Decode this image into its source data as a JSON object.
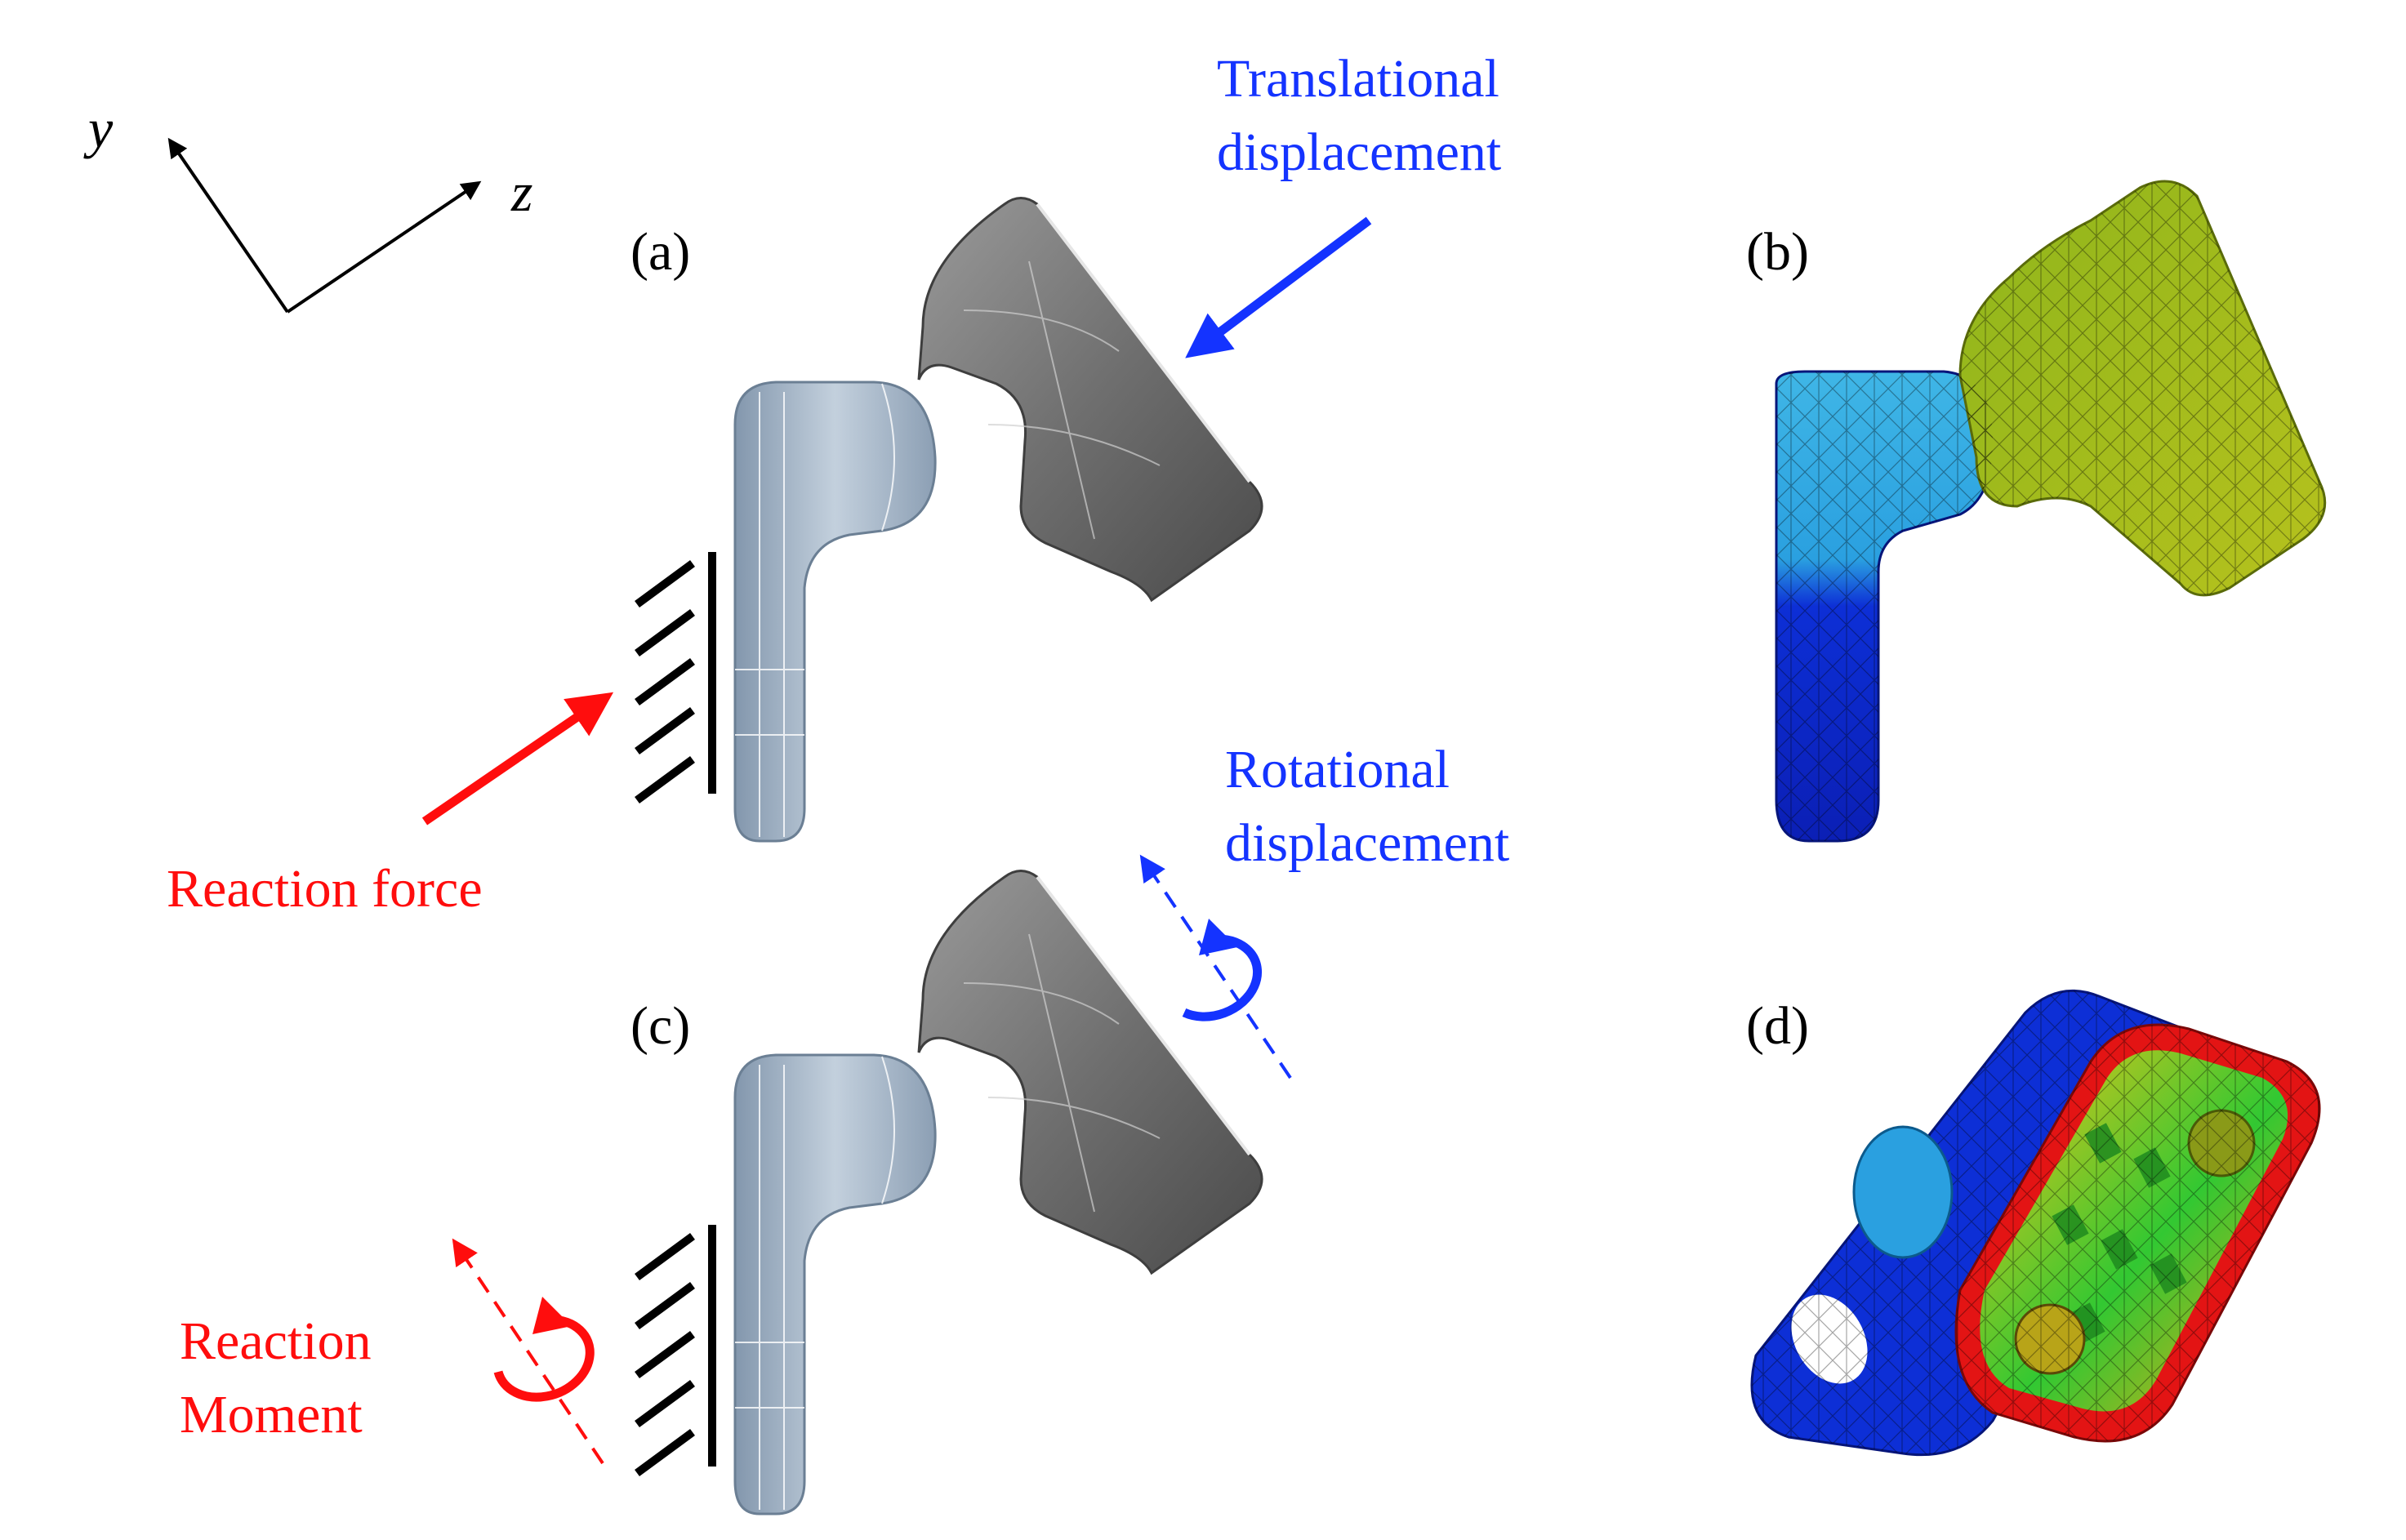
{
  "axes": {
    "y_label": "y",
    "z_label": "z"
  },
  "panels": {
    "a": "(a)",
    "b": "(b)",
    "c": "(c)",
    "d": "(d)"
  },
  "annotations": {
    "translational": {
      "line1": "Translational",
      "line2": "displacement"
    },
    "rotational": {
      "line1": "Rotational",
      "line2": "displacement"
    },
    "reaction_force": "Reaction force",
    "reaction_moment": {
      "line1": "Reaction",
      "line2": "Moment"
    }
  },
  "colors": {
    "load": "#1433ff",
    "reaction": "#ff0d0d",
    "support_body": "#a7b7c8",
    "moving_body": "#767676",
    "mesh_low": "#0d2fd6",
    "mesh_mid": "#2aa0e0",
    "mesh_high": "#b6c21d",
    "stress_max": "#e31414"
  }
}
